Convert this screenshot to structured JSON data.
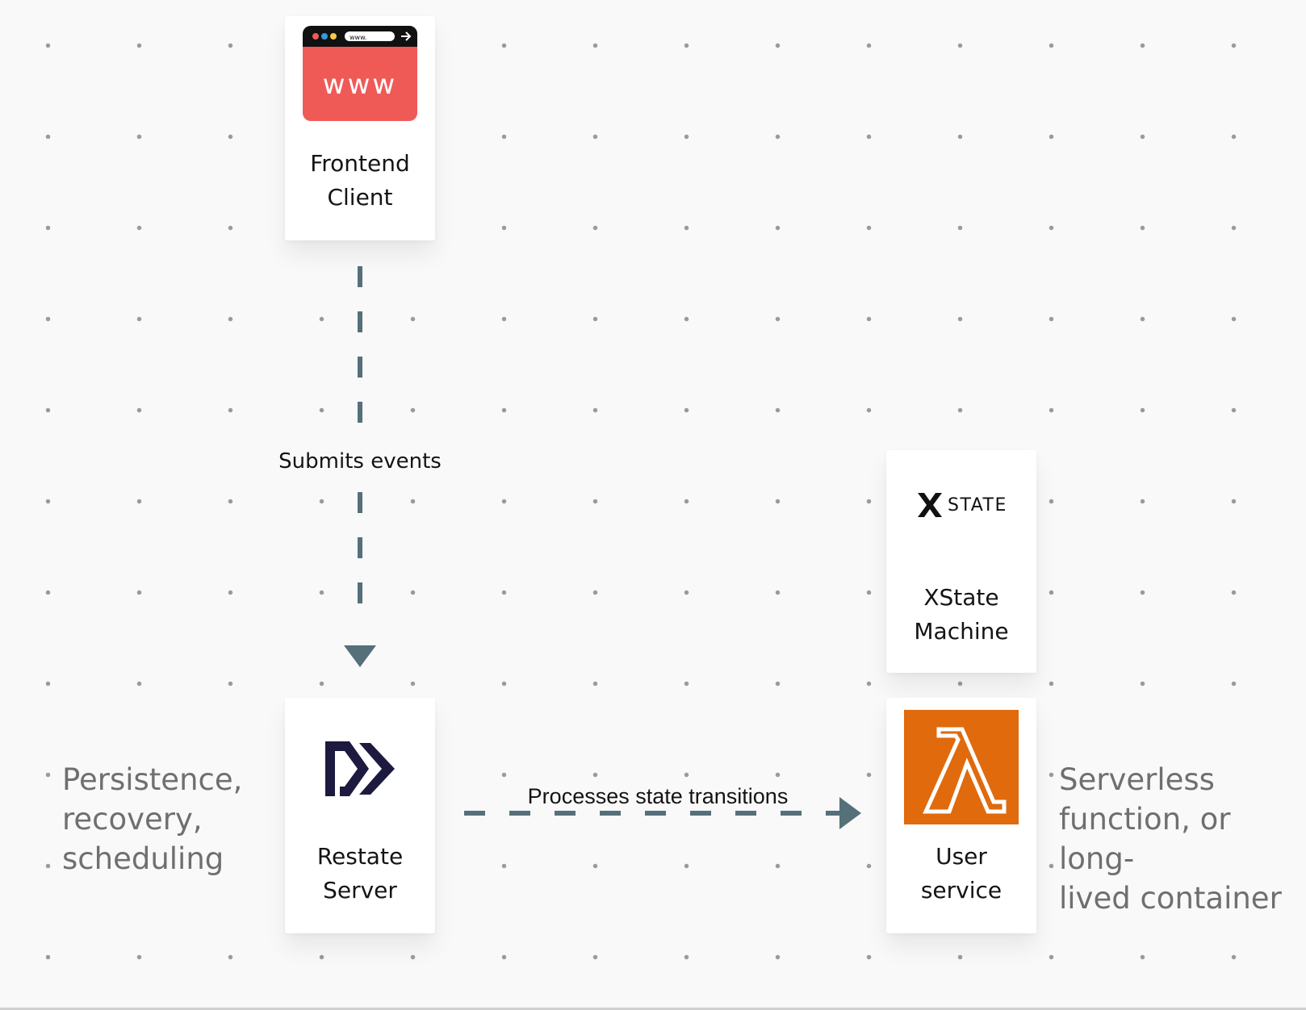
{
  "nodes": {
    "frontend": {
      "label": "Frontend\nClient",
      "icon": "browser-www-icon",
      "browser_text": "www.",
      "badge_text": "www",
      "badge_color": "#ef5a57"
    },
    "restate": {
      "label": "Restate\nServer",
      "icon": "restate-logo-icon",
      "icon_color": "#1c1a3f"
    },
    "xstate": {
      "label": "XState\nMachine",
      "logo_text": "STATE",
      "icon": "xstate-logo-icon"
    },
    "user_service": {
      "label": "User\nservice",
      "icon": "aws-lambda-icon",
      "icon_color": "#e06a0c"
    }
  },
  "edges": {
    "submits": {
      "label": "Submits events",
      "from": "frontend",
      "to": "restate"
    },
    "processes": {
      "label": "Processes state transitions",
      "from": "restate",
      "to": "user_service"
    }
  },
  "notes": {
    "left": "Persistence,\nrecovery,\nscheduling",
    "right": "Serverless\nfunction, or long-\nlived container"
  },
  "colors": {
    "edge": "#56707a",
    "background": "#f9f9f9",
    "note_text": "#6f6f6f"
  }
}
